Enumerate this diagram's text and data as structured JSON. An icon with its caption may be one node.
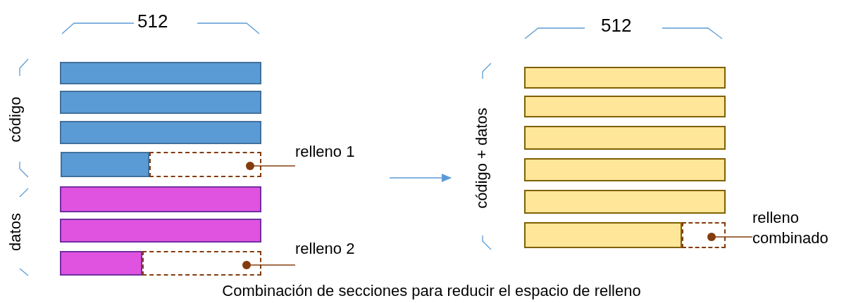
{
  "diagram": {
    "caption": "Combinación de secciones para reducir el espacio de relleno",
    "nodes": [
      {
        "text": [],
        "shape": "bar"
      },
      {
        "text": [],
        "shape": "bar"
      },
      {
        "text": [],
        "shape": "bar"
      },
      {
        "text": [],
        "shape": "bar"
      },
      {
        "text": [],
        "shape": "box"
      },
      {
        "text": [
          "relleno 1"
        ]
      },
      {
        "text": [],
        "shape": "bar"
      },
      {
        "text": [],
        "shape": "bar"
      },
      {
        "text": [],
        "shape": "bar"
      },
      {
        "text": [],
        "shape": "box"
      },
      {
        "text": [
          "relleno 2"
        ]
      },
      {
        "text": [
          "código + datos"
        ]
      },
      {
        "text": [],
        "shape": "bar"
      },
      {
        "text": [],
        "shape": "bar"
      },
      {
        "text": [],
        "shape": "bar"
      },
      {
        "text": [],
        "shape": "bar"
      },
      {
        "text": [],
        "shape": "bar"
      },
      {
        "text": [],
        "shape": "bar"
      },
      {
        "text": [],
        "shape": "box"
      },
      {
        "text": [
          "relleno combinado"
        ]
      }
    ],
    "edges": [
      {
        "from": 5,
        "to": 4,
        "arrow": "other"
      },
      {
        "from": 10,
        "to": 9,
        "arrow": "other"
      },
      {
        "from": null,
        "to": 11,
        "arrow": "to",
        "color": "#5b9bd5"
      },
      {
        "from": 19,
        "to": 18,
        "arrow": "other"
      }
    ],
    "labels": [
      "512",
      "512",
      "código",
      "datos"
    ]
  }
}
